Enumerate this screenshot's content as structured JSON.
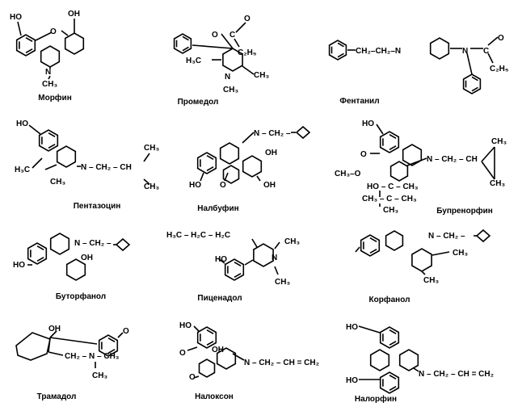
{
  "molecules": [
    {
      "name": "Морфин",
      "atoms": [
        "HO",
        "OH",
        "O",
        "N",
        "CH₃"
      ]
    },
    {
      "name": "Промедол",
      "atoms": [
        "O",
        "C",
        "O",
        "C₂H₅",
        "H₃C",
        "N",
        "CH₃",
        "CH₃"
      ]
    },
    {
      "name": "Фентанил",
      "atoms": [
        "CH₂–CH₂–N",
        "N",
        "C",
        "O",
        "C₂H₅"
      ]
    },
    {
      "name": "Пентазоцин",
      "atoms": [
        "HO",
        "H₃C",
        "CH₃",
        "N – CH₂ – CH",
        "CH₃",
        "CH₃"
      ]
    },
    {
      "name": "Налбуфин",
      "atoms": [
        "N – CH₂ –",
        "OH",
        "HO",
        "O",
        "OH"
      ]
    },
    {
      "name": "Бупренорфин",
      "atoms": [
        "HO",
        "O",
        "CH₃–O",
        "N – CH₂ – CH",
        "CH₃",
        "CH₃",
        "HO – C – CH₃",
        "CH₃ – C – CH₃",
        "CH₃"
      ]
    },
    {
      "name": "Буторфанол",
      "atoms": [
        "N – CH₂ –",
        "OH",
        "HO"
      ]
    },
    {
      "name": "Пиценадол",
      "atoms": [
        "H₃C – H₂C – H₂C",
        "N",
        "CH₃",
        "HO",
        "CH₃"
      ]
    },
    {
      "name": "Корфанол",
      "atoms": [
        "N – CH₂ –",
        "CH₃",
        "CH₃"
      ]
    },
    {
      "name": "Трамадол",
      "atoms": [
        "OH",
        "O",
        "CH₂ – N – CH₃",
        "CH₃"
      ]
    },
    {
      "name": "Налоксон",
      "atoms": [
        "HO",
        "O",
        "OH",
        "N – CH₂ – CH = CH₂",
        "O"
      ]
    },
    {
      "name": "Налорфин",
      "atoms": [
        "HO",
        "HO",
        "N – CH₂ – CH = CH₂"
      ]
    }
  ]
}
